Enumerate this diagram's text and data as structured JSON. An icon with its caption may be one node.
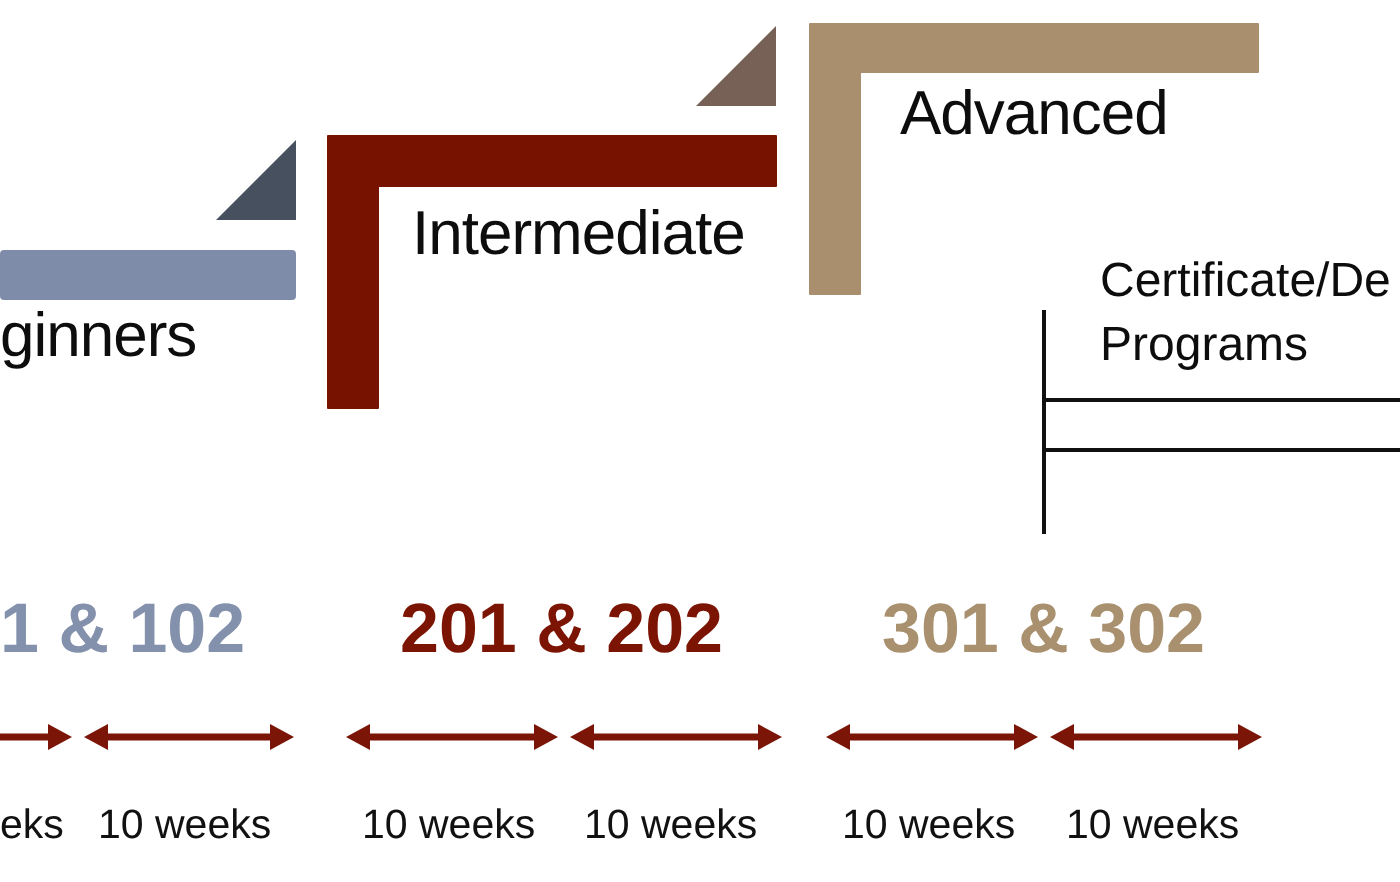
{
  "diagram": {
    "nodes": [
      {
        "text": [
          "ginners"
        ]
      },
      {
        "text": [
          "Intermediate"
        ]
      },
      {
        "text": [
          "Advanced"
        ]
      },
      {
        "text": [
          "Certificate/De Programs"
        ]
      }
    ],
    "labels": [
      "1 & 102",
      "201 & 202",
      "301 & 302",
      "eks",
      "10 weeks",
      "10 weeks",
      "10 weeks",
      "10 weeks",
      "10 weeks"
    ]
  }
}
